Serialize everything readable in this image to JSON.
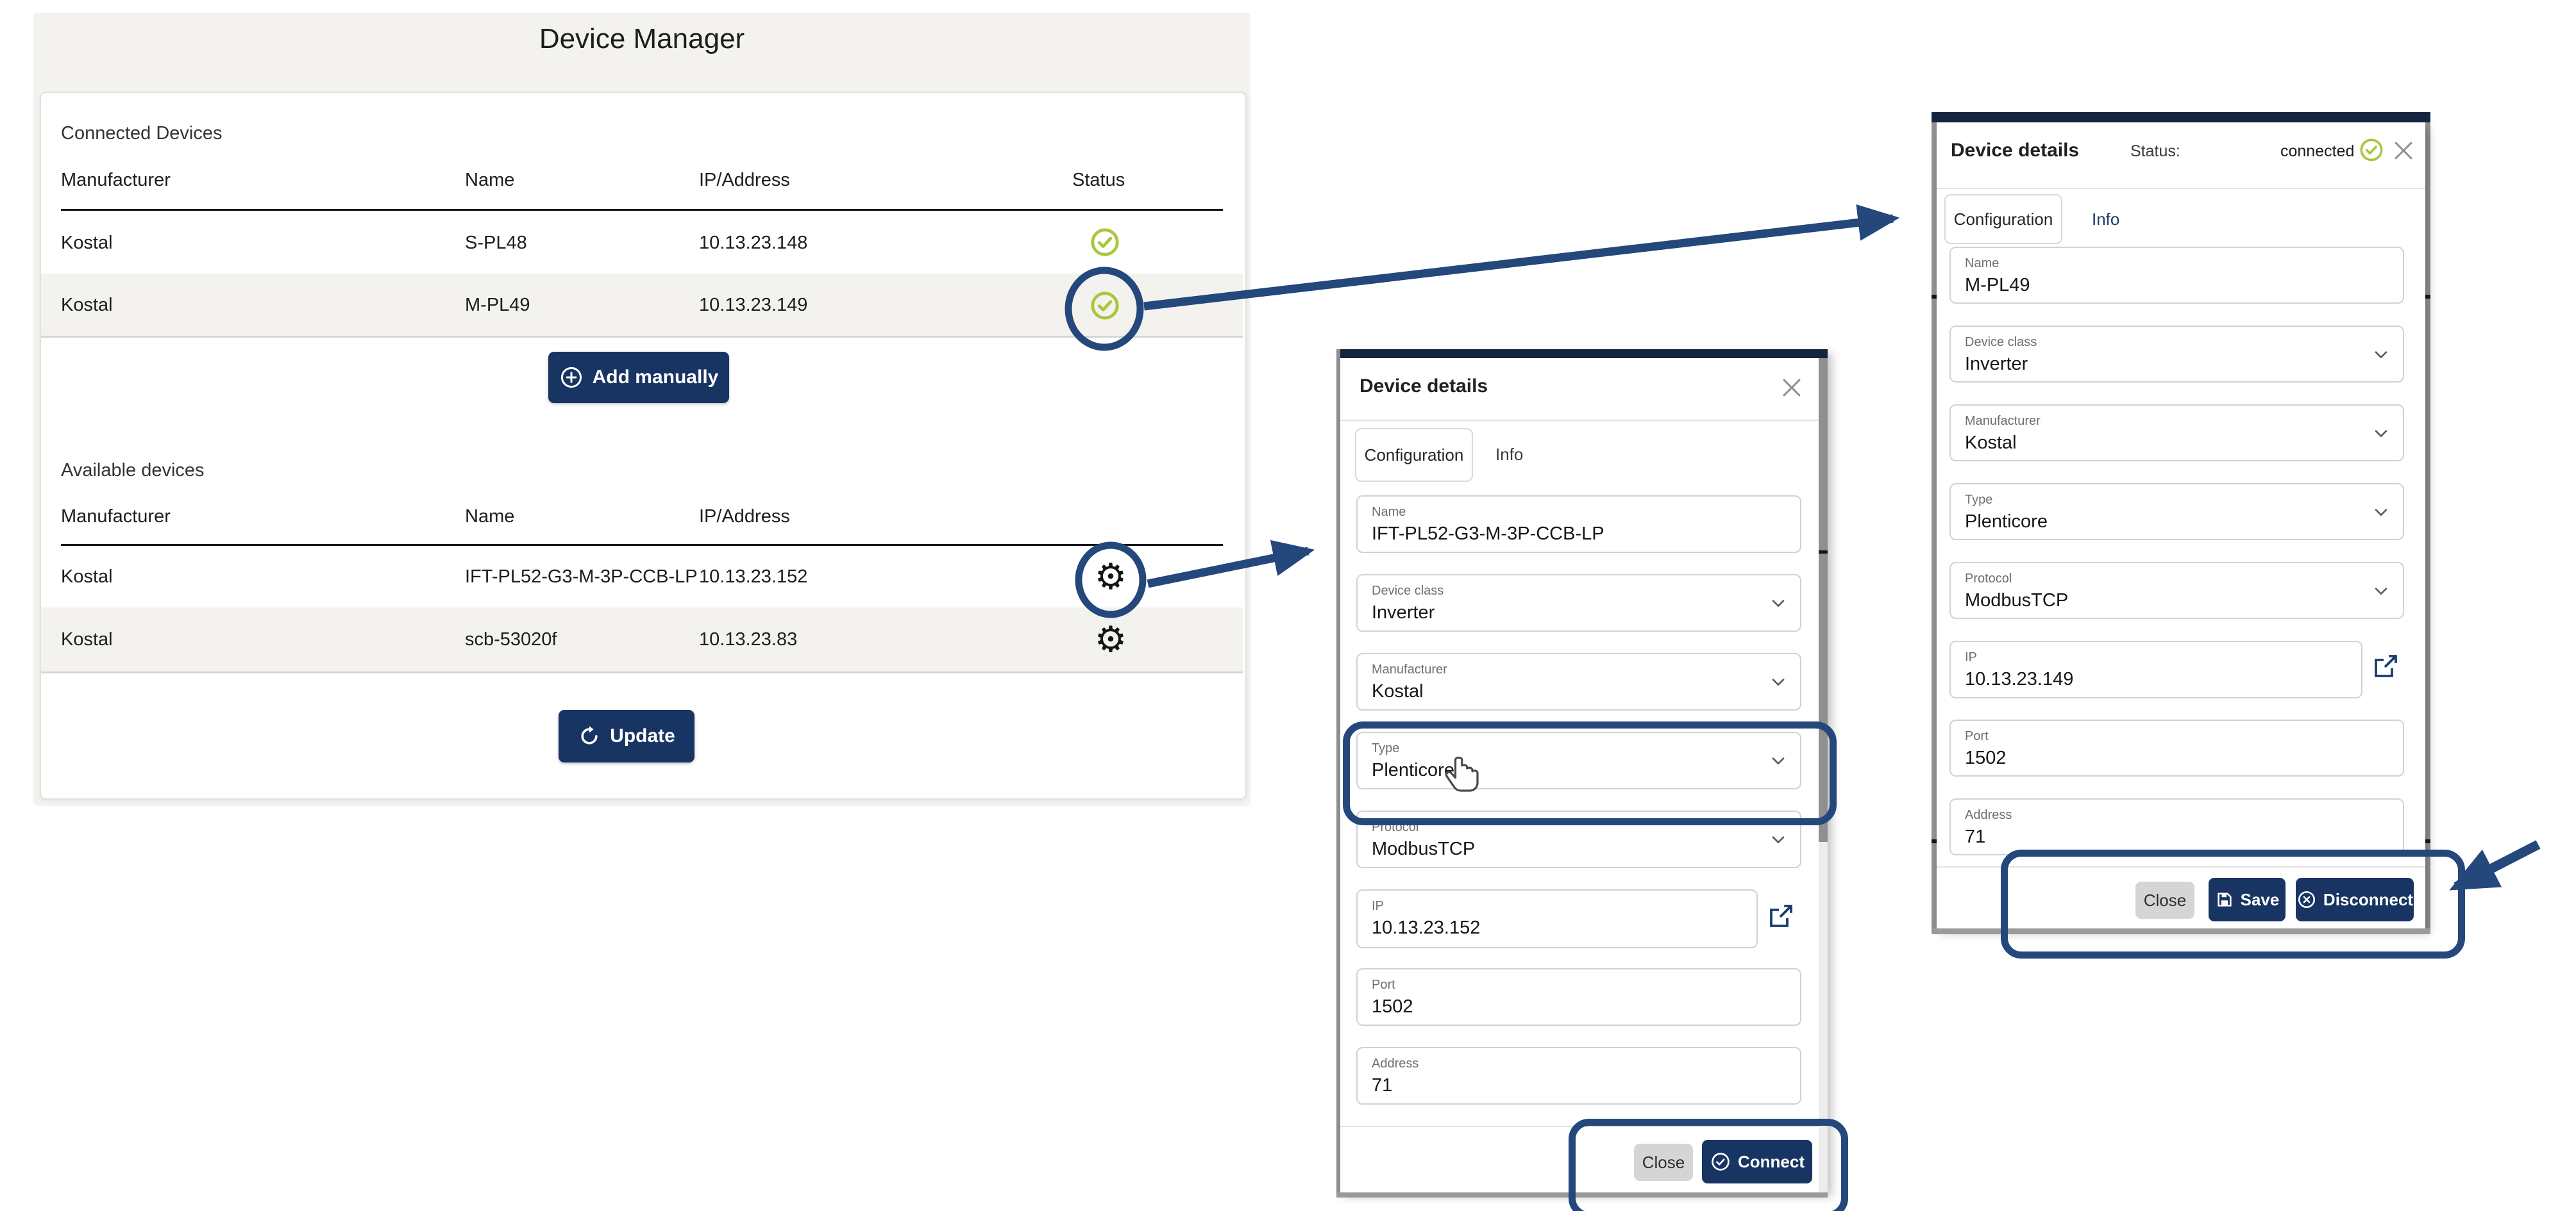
{
  "colors": {
    "navy_button": "#183462",
    "annotation_blue": "#24477c",
    "success_green": "#a9c63c",
    "panel_gray": "#f3f2ef",
    "topbar_navy": "#15253f"
  },
  "icons": {
    "gear": "⚙"
  },
  "device_manager": {
    "title": "Device Manager",
    "connected_section": {
      "label": "Connected Devices",
      "columns": [
        "Manufacturer",
        "Name",
        "IP/Address",
        "Status"
      ],
      "rows": [
        {
          "manufacturer": "Kostal",
          "name": "S-PL48",
          "ip": "10.13.23.148",
          "status": "connected"
        },
        {
          "manufacturer": "Kostal",
          "name": "M-PL49",
          "ip": "10.13.23.149",
          "status": "connected"
        }
      ]
    },
    "add_button_label": "Add manually",
    "available_section": {
      "label": "Available devices",
      "columns": [
        "Manufacturer",
        "Name",
        "IP/Address"
      ],
      "rows": [
        {
          "manufacturer": "Kostal",
          "name": "IFT-PL52-G3-M-3P-CCB-LP",
          "ip": "10.13.23.152"
        },
        {
          "manufacturer": "Kostal",
          "name": "scb-53020f",
          "ip": "10.13.23.83"
        }
      ]
    },
    "update_button_label": "Update"
  },
  "available_device_dialog": {
    "title": "Device details",
    "tabs": {
      "configuration": "Configuration",
      "info": "Info"
    },
    "fields": {
      "name": {
        "label": "Name",
        "value": "IFT-PL52-G3-M-3P-CCB-LP"
      },
      "device_class": {
        "label": "Device class",
        "value": "Inverter"
      },
      "manufacturer": {
        "label": "Manufacturer",
        "value": "Kostal"
      },
      "type": {
        "label": "Type",
        "value": "Plenticore"
      },
      "protocol": {
        "label": "Protocol",
        "value": "ModbusTCP"
      },
      "ip": {
        "label": "IP",
        "value": "10.13.23.152"
      },
      "port": {
        "label": "Port",
        "value": "1502"
      },
      "address": {
        "label": "Address",
        "value": "71"
      }
    },
    "buttons": {
      "close": "Close",
      "connect": "Connect"
    }
  },
  "connected_device_dialog": {
    "title": "Device details",
    "status_label": "Status:",
    "status_value": "connected",
    "tabs": {
      "configuration": "Configuration",
      "info": "Info"
    },
    "fields": {
      "name": {
        "label": "Name",
        "value": "M-PL49"
      },
      "device_class": {
        "label": "Device class",
        "value": "Inverter"
      },
      "manufacturer": {
        "label": "Manufacturer",
        "value": "Kostal"
      },
      "type": {
        "label": "Type",
        "value": "Plenticore"
      },
      "protocol": {
        "label": "Protocol",
        "value": "ModbusTCP"
      },
      "ip": {
        "label": "IP",
        "value": "10.13.23.149"
      },
      "port": {
        "label": "Port",
        "value": "1502"
      },
      "address": {
        "label": "Address",
        "value": "71"
      }
    },
    "buttons": {
      "close": "Close",
      "save": "Save",
      "disconnect": "Disconnect"
    }
  }
}
